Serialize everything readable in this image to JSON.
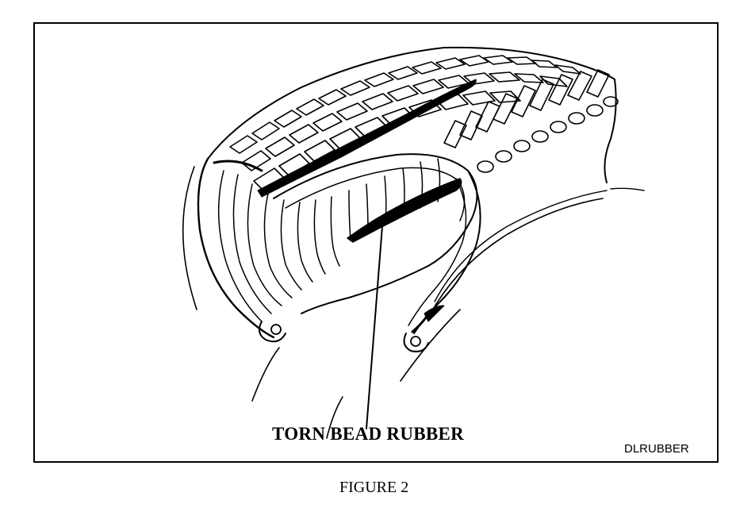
{
  "figure": {
    "callout_label": "TORN BEAD RUBBER",
    "drawing_code": "DLRUBBER",
    "caption": "FIGURE 2"
  },
  "colors": {
    "ink": "#000000",
    "paper": "#ffffff"
  },
  "illustration": {
    "subject": "tire-cutaway",
    "parts": [
      "tread-blocks",
      "sidewall",
      "inner-carcass",
      "bead",
      "torn-bead-rubber",
      "rim-flange"
    ]
  }
}
